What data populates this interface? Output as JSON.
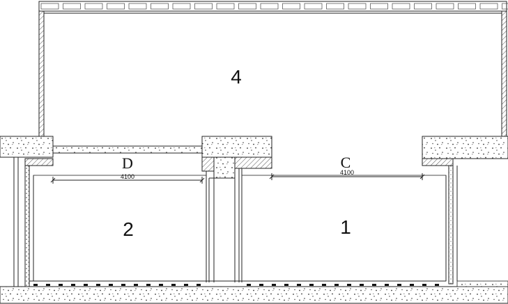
{
  "rooms": [
    {
      "id": "room-1",
      "label": "1"
    },
    {
      "id": "room-2",
      "label": "2"
    },
    {
      "id": "room-4",
      "label": "4"
    }
  ],
  "axes": [
    {
      "id": "axis-c",
      "label": "C"
    },
    {
      "id": "axis-d",
      "label": "D"
    }
  ],
  "dimensions": [
    {
      "id": "dim-c",
      "text": "4100"
    },
    {
      "id": "dim-d",
      "text": "4100"
    }
  ],
  "colors": {
    "line": "#222222",
    "hatch": "#555555",
    "background": "#ffffff"
  }
}
